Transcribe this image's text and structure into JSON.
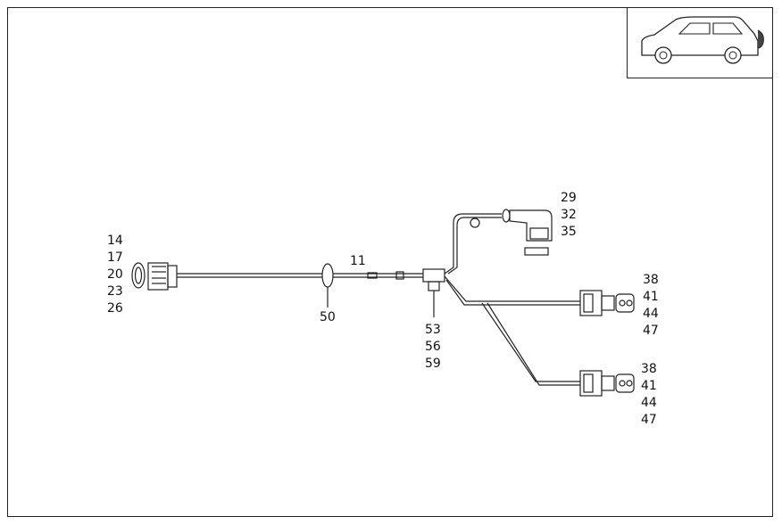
{
  "callouts": {
    "main_harness": "11",
    "sensor_connector": [
      "29",
      "32",
      "35"
    ],
    "rear_connector": [
      "14",
      "17",
      "20",
      "23",
      "26"
    ],
    "clip": "50",
    "junction": [
      "53",
      "56",
      "59"
    ],
    "upper_plug": [
      "38",
      "41",
      "44",
      "47"
    ],
    "lower_plug": [
      "38",
      "41",
      "44",
      "47"
    ]
  },
  "thumbnail": {
    "icon": "car-rear-location-icon"
  }
}
